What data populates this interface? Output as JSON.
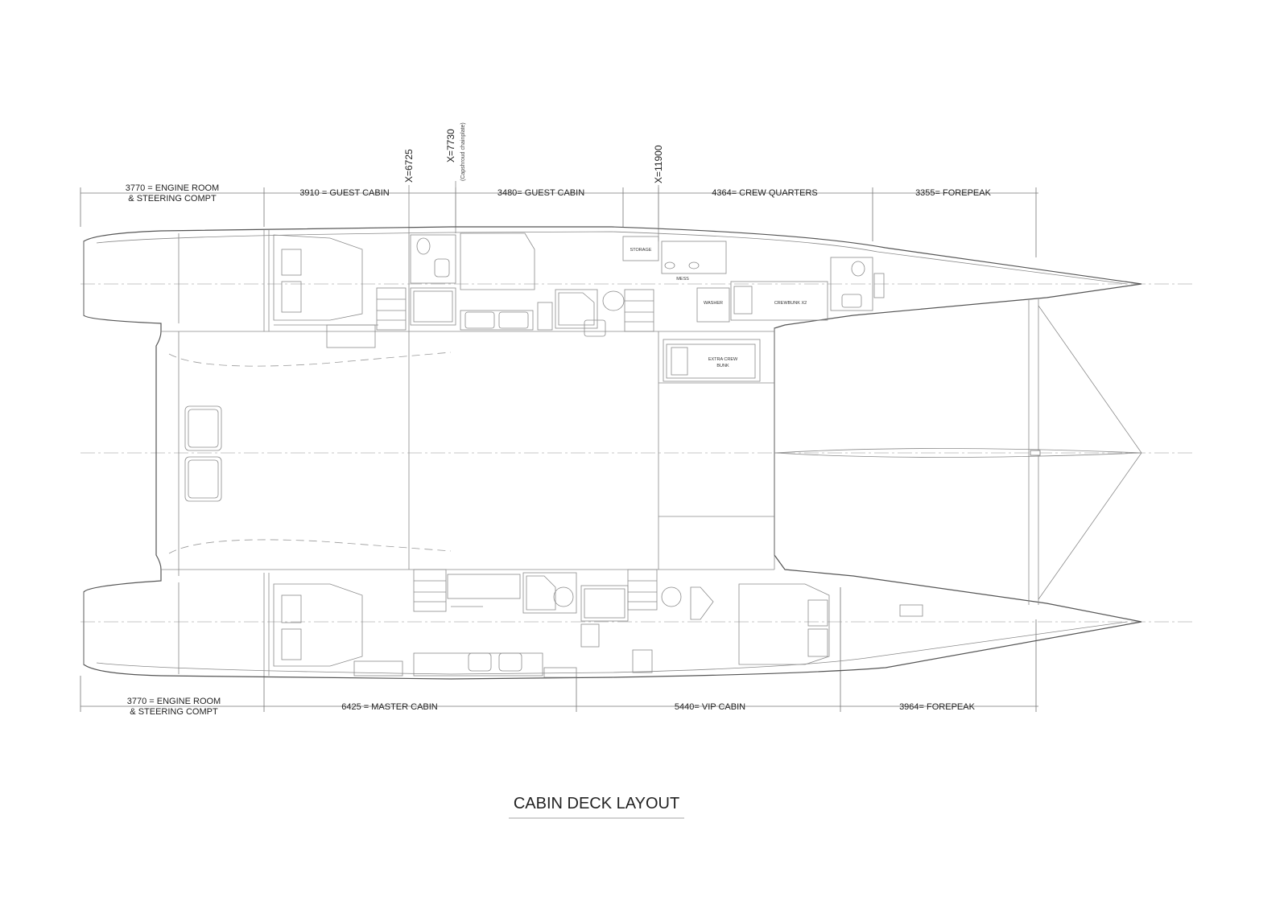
{
  "title": "CABIN DECK LAYOUT",
  "top_dimensions": [
    {
      "line1": "3770 = ENGINE ROOM",
      "line2": "& STEERING COMPT"
    },
    {
      "line1": "3910 = GUEST CABIN"
    },
    {
      "line1": "3480= GUEST CABIN"
    },
    {
      "line1": "4364= CREW QUARTERS"
    },
    {
      "line1": "3355= FOREPEAK"
    }
  ],
  "bottom_dimensions": [
    {
      "line1": "3770 = ENGINE ROOM",
      "line2": "& STEERING COMPT"
    },
    {
      "line1": "6425 = MASTER CABIN"
    },
    {
      "line1": "5440= VIP CABIN"
    },
    {
      "line1": "3964= FOREPEAK"
    }
  ],
  "station_markers": [
    {
      "label": "X=6725"
    },
    {
      "label": "X=7730",
      "note": "(Capshroud chainplate)"
    },
    {
      "label": "X=11900"
    }
  ],
  "room_labels": {
    "storage": "STORAGE",
    "mess": "MESS",
    "washer": "WASHER",
    "crew_bunk": "CREWBUNK X2",
    "extra_crew_bunk_1": "EXTRA CREW",
    "extra_crew_bunk_2": "BUNK"
  }
}
